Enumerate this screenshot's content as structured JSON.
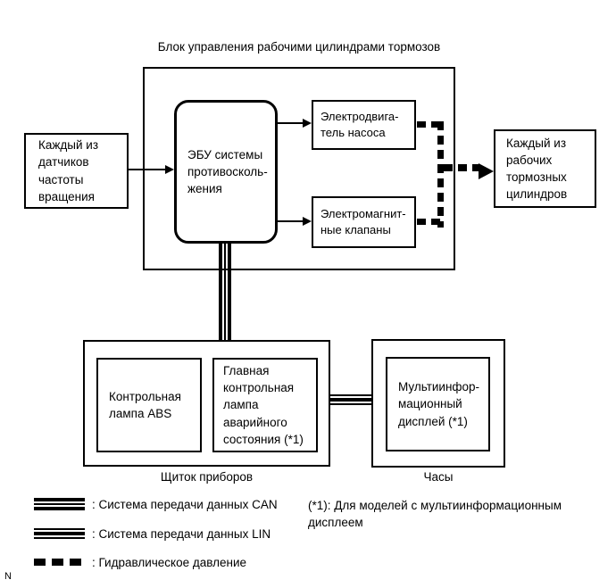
{
  "title": "Блок управления рабочими цилиндрами тормозов",
  "colors": {
    "line": "#000000",
    "background": "#ffffff"
  },
  "blocks": {
    "sensor": {
      "label": "Каждый из\nдатчиков\nчастоты\nвращения"
    },
    "ecu": {
      "label": "ЭБУ системы\nпротивосколь-\nжения"
    },
    "pump_motor": {
      "label": "Электродвига-\nтель насоса"
    },
    "solenoid_valves": {
      "label": "Электромагнит-\nные клапаны"
    },
    "brake_cylinders": {
      "label": "Каждый из\nрабочих\nтормозных\nцилиндров"
    },
    "abs_lamp": {
      "label": "Контрольная\nлампа ABS"
    },
    "master_lamp": {
      "label": "Главная\nконтрольная\nлампа\nаварийного\nсостояния (*1)"
    },
    "multi_display": {
      "label": "Мультиинфор-\nмационный\nдисплей (*1)"
    },
    "panel_caption": "Щиток приборов",
    "clock_caption": "Часы"
  },
  "legend": [
    {
      "symbol": "can-bus-line",
      "label": ": Система передачи данных CAN"
    },
    {
      "symbol": "lin-bus-line",
      "label": ": Система передачи данных LIN"
    },
    {
      "symbol": "hydraulic-dash",
      "label": ": Гидравлическое давление"
    }
  ],
  "footnote": "(*1): Для моделей с мультиинформационным\nдисплеем",
  "page_marker": "N"
}
